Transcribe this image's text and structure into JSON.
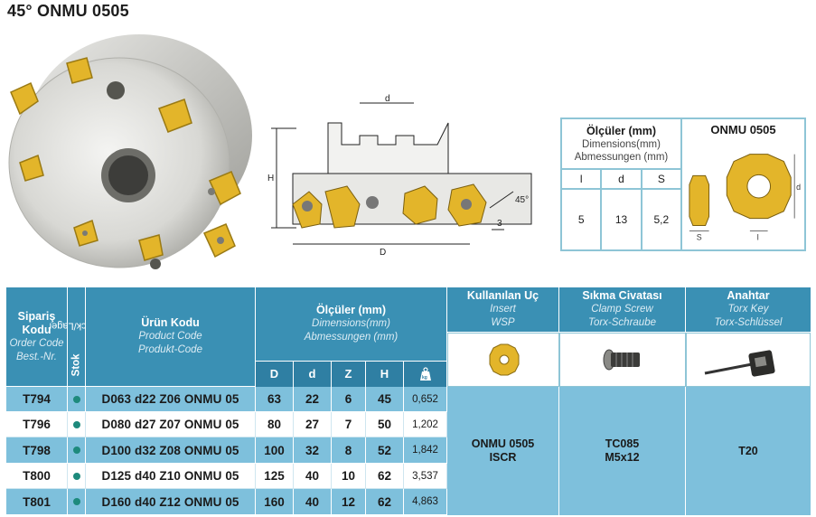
{
  "title": "45° ONMU 0505",
  "drawing": {
    "d": "d",
    "H": "H",
    "D": "D",
    "angle": "45°",
    "depth": "3"
  },
  "insert_dims": {
    "header_tr": "Ölçüler (mm)",
    "header_en": "Dimensions(mm)",
    "header_de": "Abmessungen (mm)",
    "cols": [
      "l",
      "d",
      "S"
    ],
    "vals": [
      "5",
      "13",
      "5,2"
    ],
    "insert_name": "ONMU 0505",
    "lbl_S": "S",
    "lbl_d": "d",
    "lbl_l": "l"
  },
  "table": {
    "order_code": {
      "tr": "Sipariş Kodu",
      "en": "Order Code",
      "de": "Best.-Nr."
    },
    "stock": {
      "tr": "Stok",
      "en": "/Stock/Lager"
    },
    "product_code": {
      "tr": "Ürün Kodu",
      "en": "Product Code",
      "de": "Produkt-Code"
    },
    "dimensions": {
      "tr": "Ölçüler (mm)",
      "en": "Dimensions(mm)",
      "de": "Abmessungen (mm)"
    },
    "insert": {
      "tr": "Kullanılan Uç",
      "en": "Insert",
      "de": "WSP"
    },
    "clamp": {
      "tr": "Sıkma Civatası",
      "en": "Clamp Screw",
      "de": "Torx-Schraube"
    },
    "key": {
      "tr": "Anahtar",
      "en": "Torx Key",
      "de": "Torx-Schlüssel"
    },
    "dim_cols": [
      "D",
      "d",
      "Z",
      "H"
    ],
    "weight_icon_label": "kg",
    "rows": [
      {
        "code": "T794",
        "product": "D063 d22 Z06 ONMU 05",
        "D": "63",
        "d": "22",
        "Z": "6",
        "H": "45",
        "kg": "0,652"
      },
      {
        "code": "T796",
        "product": "D080 d27 Z07 ONMU 05",
        "D": "80",
        "d": "27",
        "Z": "7",
        "H": "50",
        "kg": "1,202"
      },
      {
        "code": "T798",
        "product": "D100 d32 Z08 ONMU 05",
        "D": "100",
        "d": "32",
        "Z": "8",
        "H": "52",
        "kg": "1,842"
      },
      {
        "code": "T800",
        "product": "D125 d40 Z10 ONMU 05",
        "D": "125",
        "d": "40",
        "Z": "10",
        "H": "62",
        "kg": "3,537"
      },
      {
        "code": "T801",
        "product": "D160 d40 Z12 ONMU 05",
        "D": "160",
        "d": "40",
        "Z": "12",
        "H": "62",
        "kg": "4,863"
      }
    ],
    "insert_value": [
      "ONMU 0505",
      "ISCR"
    ],
    "clamp_value": [
      "TC085",
      "M5x12"
    ],
    "key_value": "T20"
  },
  "colors": {
    "header": "#3a90b4",
    "row_blue": "#7ec0dc",
    "stock_dot": "#1e8a7c",
    "insert_gold": "#e3b52a"
  }
}
